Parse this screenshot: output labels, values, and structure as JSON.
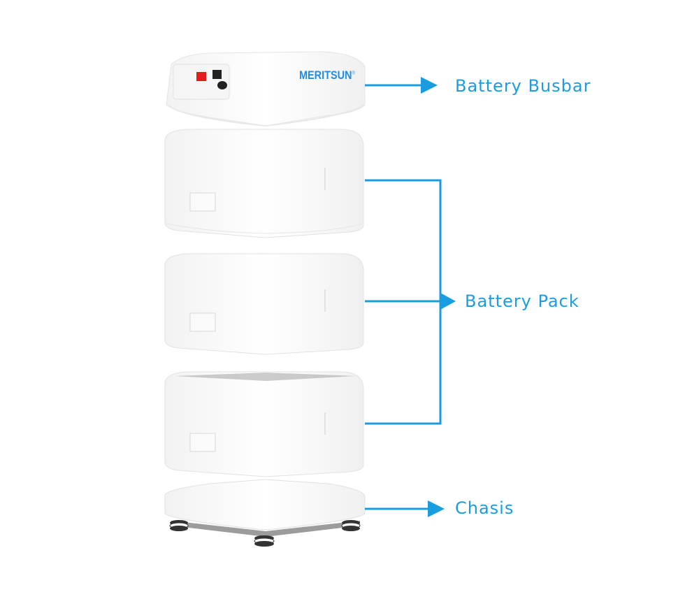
{
  "brand": {
    "name": "MERITSUN",
    "mark": "®"
  },
  "labels": {
    "busbar": "Battery Busbar",
    "pack": "Battery Pack",
    "chassis": "Chasis"
  },
  "colors": {
    "accent": "#1a9de0",
    "body": "#ffffff",
    "shadow": "#e6e6e6"
  }
}
